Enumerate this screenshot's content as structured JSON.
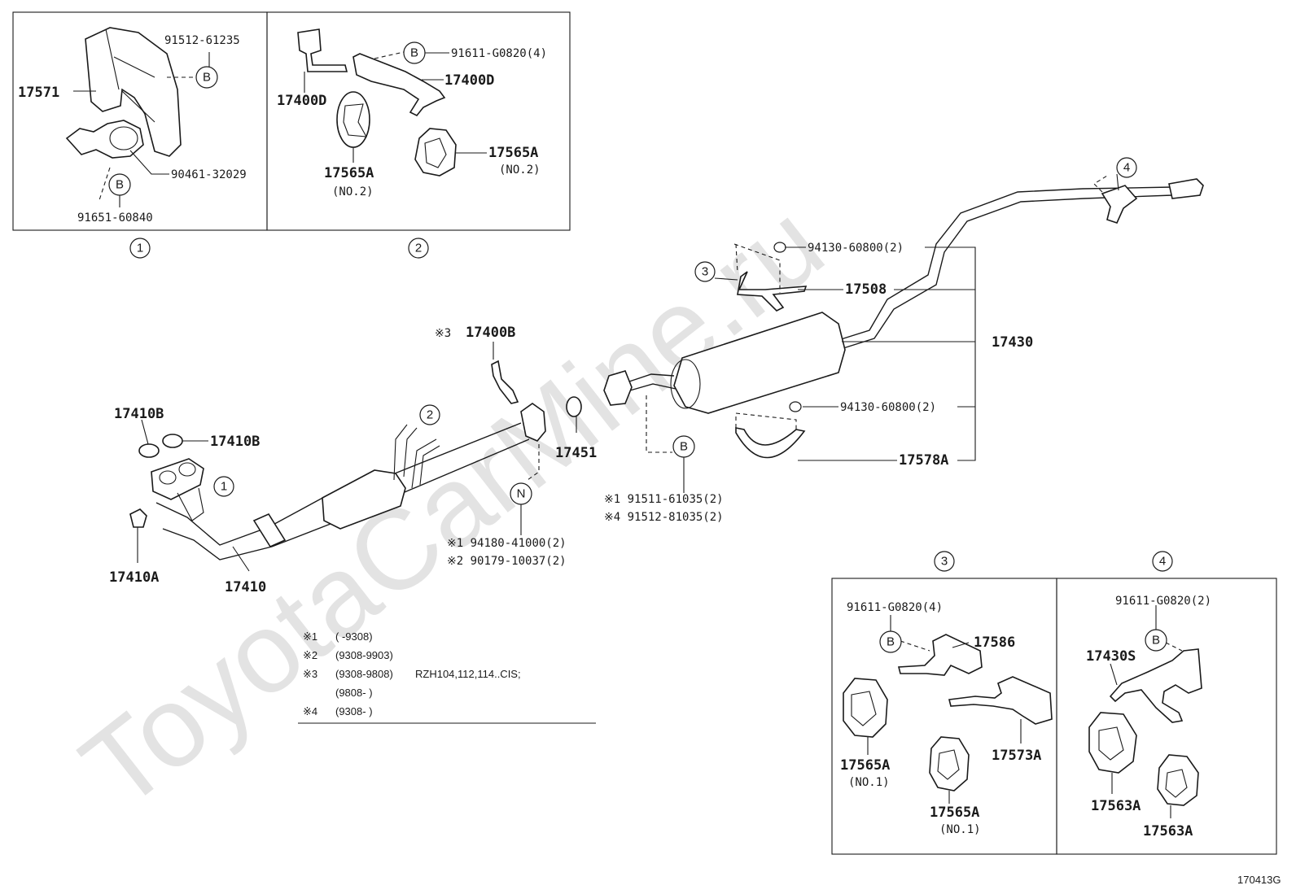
{
  "watermark": "ToyotaCarMine.ru",
  "diagram_code": "170413G",
  "callouts": {
    "c1": "1",
    "c2": "2",
    "c3": "3",
    "c4": "4",
    "B": "B",
    "N": "N"
  },
  "box1": {
    "p17571": "17571",
    "p91512_61235": "91512-61235",
    "p90461_32029": "90461-32029",
    "p91651_60840": "91651-60840"
  },
  "box2": {
    "p91611_g0820_4": "91611-G0820(4)",
    "p17400D_right": "17400D",
    "p17400D_left": "17400D",
    "p17565A_left": "17565A",
    "p17565A_left_sub": "(NO.2)",
    "p17565A_right": "17565A",
    "p17565A_right_sub": "(NO.2)"
  },
  "main": {
    "p94130_60800_top": "94130-60800(2)",
    "p17508": "17508",
    "p17430": "17430",
    "p94130_60800_bot": "94130-60800(2)",
    "p17578A": "17578A",
    "p17400B_mark": "※3",
    "p17400B": "17400B",
    "p17451": "17451",
    "p17410B_top": "17410B",
    "p17410B_right": "17410B",
    "p17410A": "17410A",
    "p17410": "17410",
    "p91511_61035": "※1 91511-61035(2)",
    "p91512_81035": "※4 91512-81035(2)",
    "p94180_41000": "※1 94180-41000(2)",
    "p90179_10037": "※2 90179-10037(2)"
  },
  "notes": [
    {
      "mark": "※1",
      "range": "(      -9308)",
      "extra": ""
    },
    {
      "mark": "※2",
      "range": "(9308-9903)",
      "extra": ""
    },
    {
      "mark": "※3",
      "range": "(9308-9808)",
      "extra": "RZH104,112,114..CIS;"
    },
    {
      "mark": "",
      "range": "(9808-      )",
      "extra": ""
    },
    {
      "mark": "※4",
      "range": "(9308-      )",
      "extra": ""
    }
  ],
  "box3": {
    "p91611_g0820_4": "91611-G0820(4)",
    "p17586": "17586",
    "p17573A": "17573A",
    "p17565A_left": "17565A",
    "p17565A_left_sub": "(NO.1)",
    "p17565A_bot": "17565A",
    "p17565A_bot_sub": "(NO.1)"
  },
  "box4": {
    "p91611_g0820_2": "91611-G0820(2)",
    "p17430S": "17430S",
    "p17563A_left": "17563A",
    "p17563A_right": "17563A"
  }
}
